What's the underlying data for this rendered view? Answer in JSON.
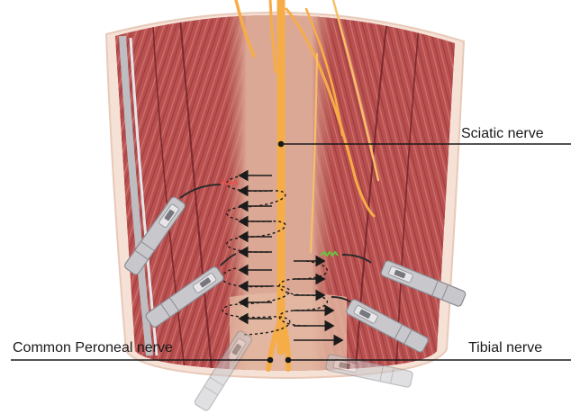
{
  "labels": {
    "sciatic": "Sciatic nerve",
    "common_peroneal": "Common Peroneal nerve",
    "tibial": "Tibial nerve"
  },
  "colors": {
    "skin": "#f6e1d6",
    "skin_edge": "#e8c9b8",
    "muscle": "#b8504f",
    "muscle_dark": "#8e3136",
    "muscle_light": "#cf7471",
    "fascia": "#c9c9cc",
    "nerve": "#f6ad48",
    "nerve_light": "#f8c06a",
    "center_band": "#d9a48e",
    "probe_body": "#c8c8cc",
    "probe_edge": "#8a8a90",
    "wire": "#2a2a2a",
    "spark_red": "#e8504a",
    "spark_green": "#5ccf3a",
    "leader": "#1a1a1a"
  },
  "icons": [
    "stimulating-electrode-icon",
    "recording-electrode-icon",
    "electric-spark-icon",
    "arrow-icon"
  ]
}
